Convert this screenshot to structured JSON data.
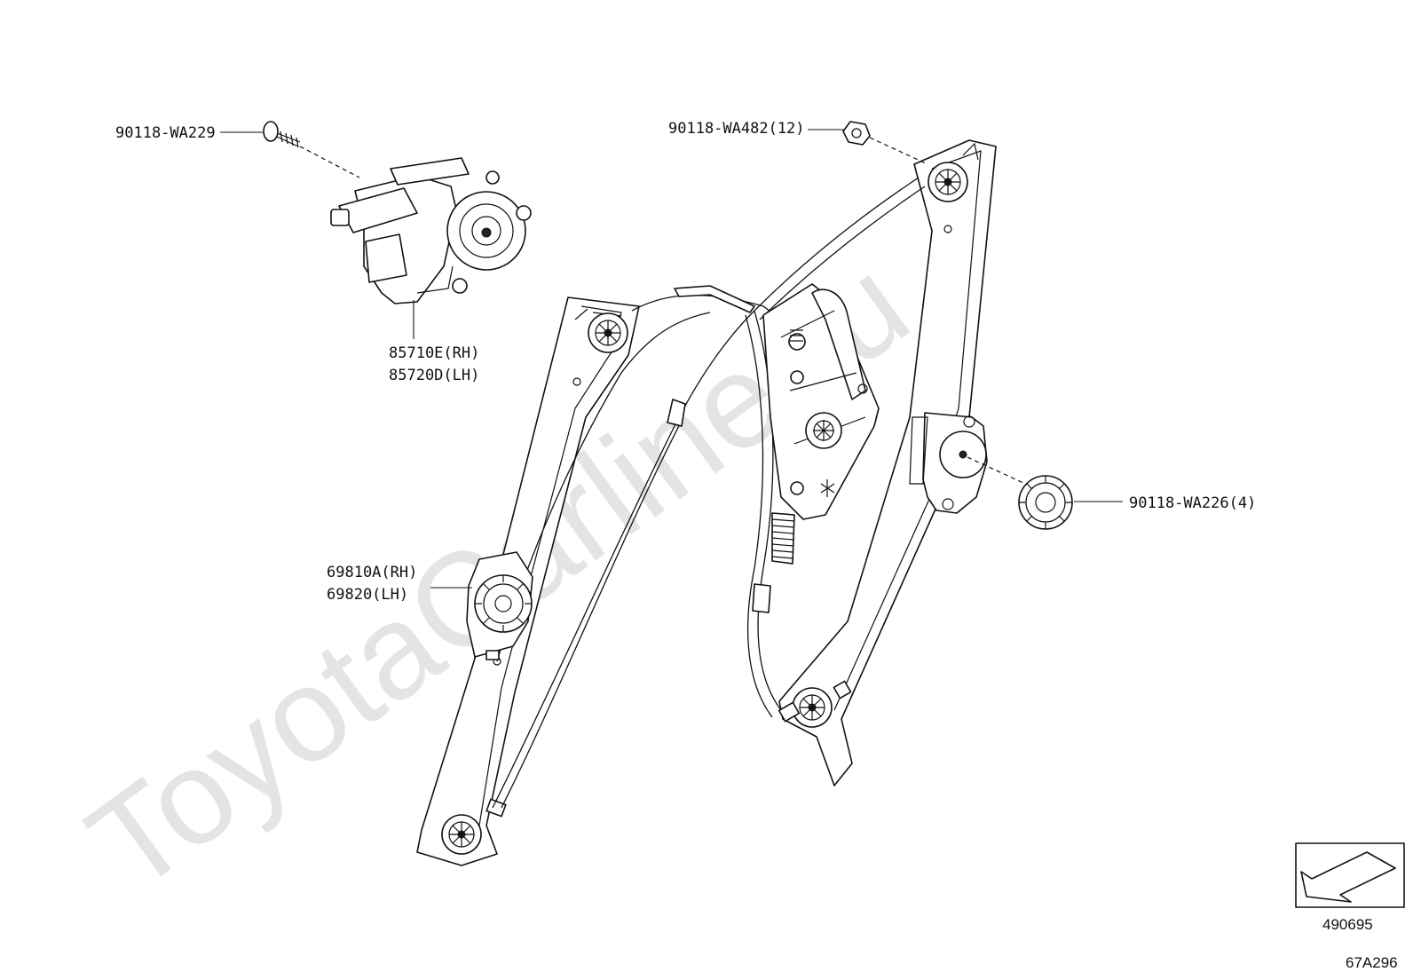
{
  "watermark": "ToyotaCarline.ru",
  "parts": {
    "screw": "90118-WA229",
    "nut": "90118-WA482(12)",
    "motor_rh": "85710E(RH)",
    "motor_lh": "85720D(LH)",
    "pulley_rh": "69810A(RH)",
    "pulley_lh": "69820(LH)",
    "clip": "90118-WA226(4)"
  },
  "codes": {
    "illustration": "490695",
    "page": "67A296"
  }
}
